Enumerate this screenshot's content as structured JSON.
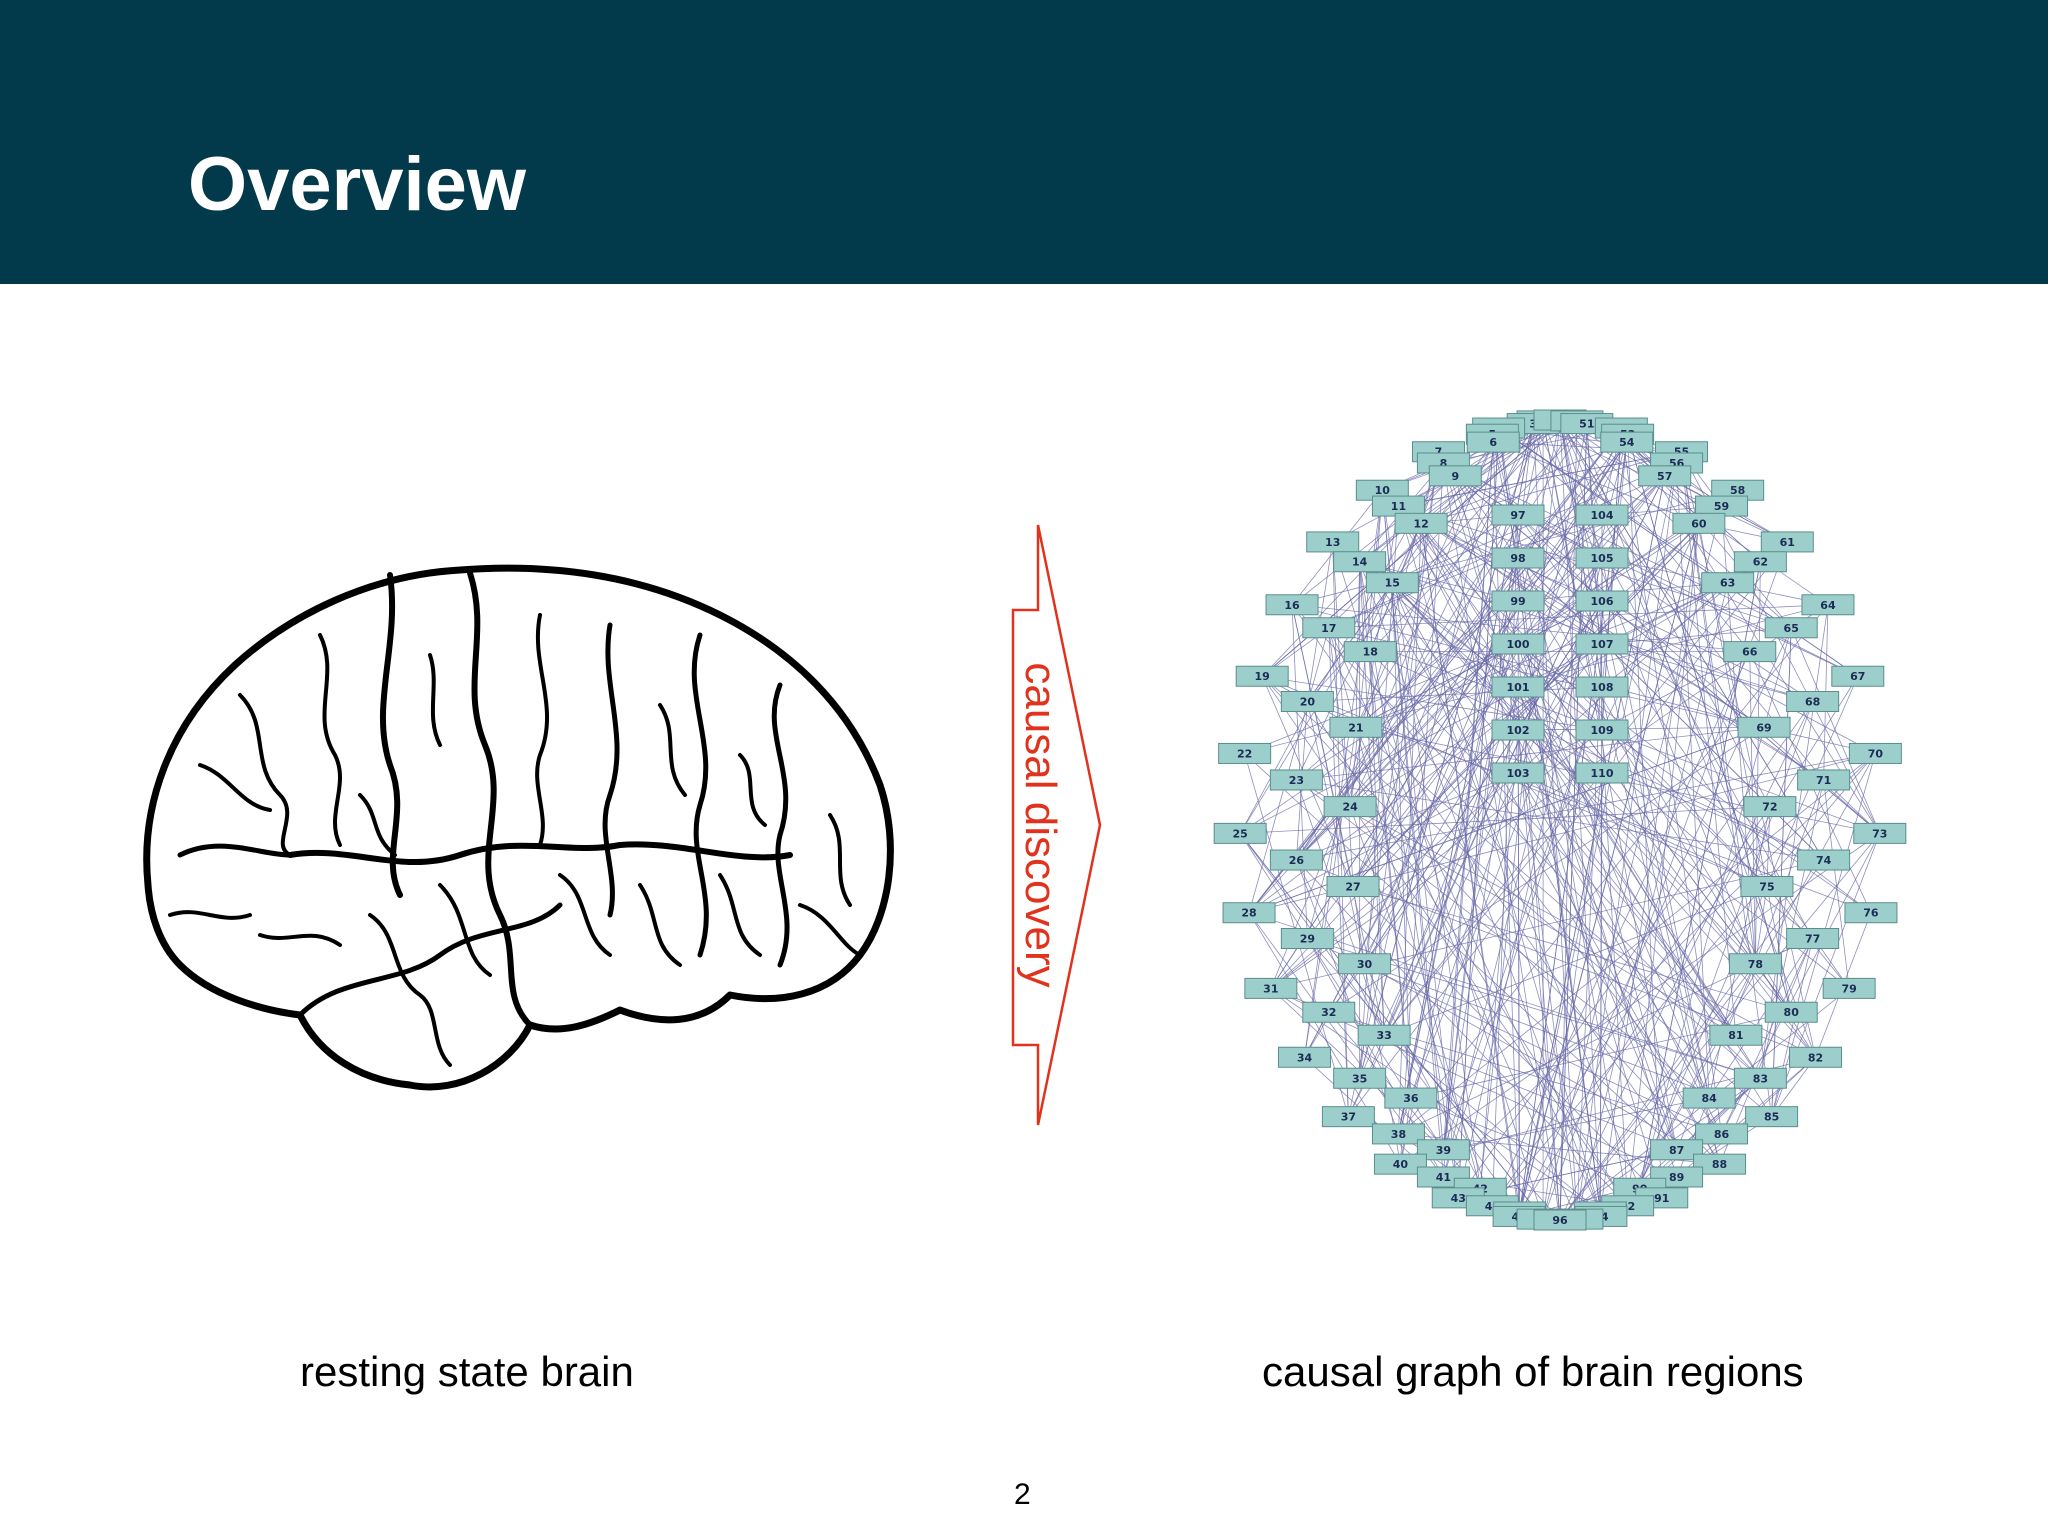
{
  "slide": {
    "title": "Overview",
    "page_number": "2"
  },
  "left_panel": {
    "caption": "resting state brain",
    "image": "brain-line-drawing"
  },
  "arrow": {
    "label": "causal discovery",
    "color": "#e0321c"
  },
  "right_panel": {
    "caption": "causal graph of brain regions",
    "node_count": 110,
    "edge_color": "#6a6aa8",
    "node_color": "#9ccfcb"
  },
  "colors": {
    "header": "#023a4b",
    "title_text": "#ffffff"
  }
}
